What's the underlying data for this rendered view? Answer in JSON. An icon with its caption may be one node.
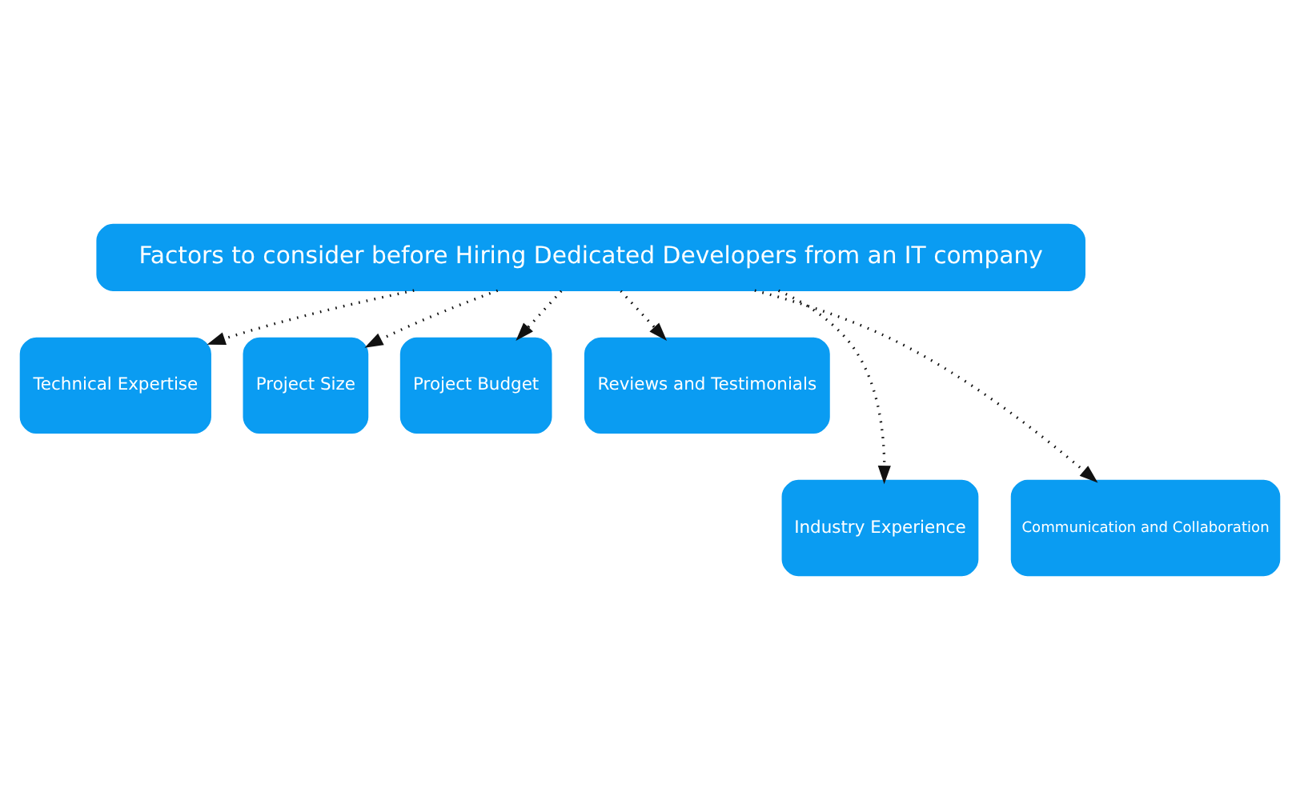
{
  "diagram": {
    "nodes": [
      {
        "text": [
          "Factors to consider before Hiring Dedicated Developers from an IT company"
        ]
      },
      {
        "text": [
          "Technical Expertise"
        ]
      },
      {
        "text": [
          "Project Size"
        ]
      },
      {
        "text": [
          "Project Budget"
        ]
      },
      {
        "text": [
          "Reviews and Testimonials"
        ]
      },
      {
        "text": [
          "Industry Experience"
        ]
      },
      {
        "text": [
          "Communication and Collaboration"
        ]
      }
    ],
    "edges": [
      {
        "from": 0,
        "to": 1,
        "arrow": "to",
        "style": "dashed"
      },
      {
        "from": 0,
        "to": 5,
        "arrow": "to",
        "style": "dashed"
      },
      {
        "from": 0,
        "to": 2,
        "arrow": "to",
        "style": "dashed"
      },
      {
        "from": 0,
        "to": 3,
        "arrow": "to",
        "style": "dashed"
      },
      {
        "from": 0,
        "to": 6,
        "arrow": "to",
        "style": "dashed"
      },
      {
        "from": 0,
        "to": 4,
        "arrow": "to",
        "style": "dashed"
      }
    ]
  }
}
